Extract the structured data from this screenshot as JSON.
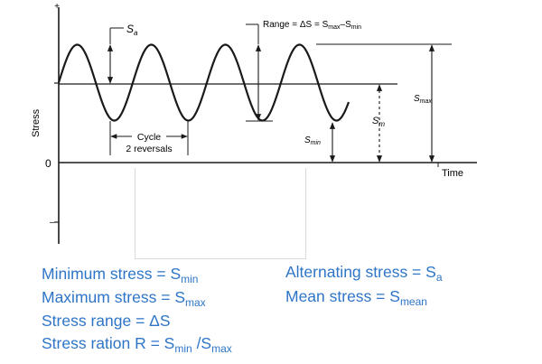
{
  "diagram": {
    "stress_axis_label": "Stress",
    "time_axis_label": "Time",
    "zero_label": "0",
    "plus_label": "+",
    "minus_label": "–",
    "sa_label": "S",
    "sa_sub": "a",
    "range_label": "Range = ΔS = S",
    "range_max_sub": "max",
    "range_minus": "–S",
    "range_min_sub": "min",
    "smax_label": "S",
    "smax_sub": "max",
    "sm_label": "S",
    "sm_sub": "m",
    "smin_label": "S",
    "smin_sub": "min",
    "cycle_label": "Cycle",
    "reversals_label": "2 reversals"
  },
  "legend": {
    "min_text": "Minimum stress = S",
    "min_sub": "min",
    "max_text": "Maximum stress = S",
    "max_sub": "max",
    "range_text": "Stress range = ΔS",
    "ratio_text": "Stress ration R = S",
    "ratio_sub1": "min",
    "ratio_mid": " /S",
    "ratio_sub2": "max",
    "alt_text": "Alternating stress = S",
    "alt_sub": "a",
    "mean_text": "Mean stress = S",
    "mean_sub": "mean"
  },
  "colors": {
    "legend_text": "#2e75c8",
    "diagram_ink": "#1a1a1a"
  }
}
